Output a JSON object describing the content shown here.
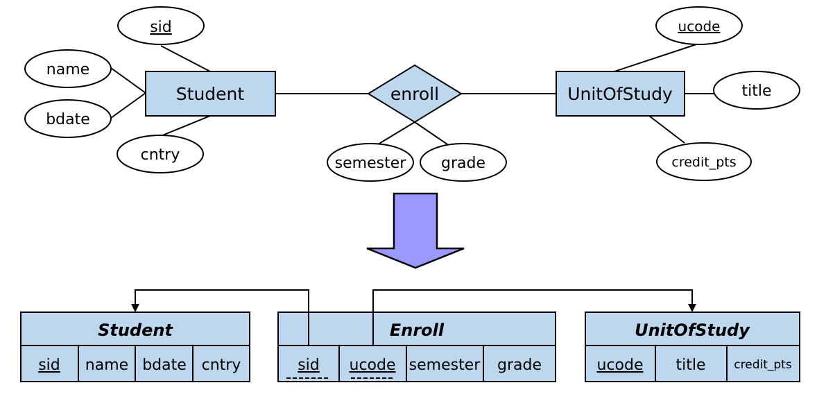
{
  "er": {
    "entities": {
      "student": "Student",
      "unit": "UnitOfStudy"
    },
    "relationship": "enroll",
    "attributes": {
      "sid": "sid",
      "name": "name",
      "bdate": "bdate",
      "cntry": "cntry",
      "semester": "semester",
      "grade": "grade",
      "ucode": "ucode",
      "title": "title",
      "credit_pts": "credit_pts"
    }
  },
  "arrow_color": "#9999ff",
  "entity_color": "#bdd7ee",
  "tables": {
    "student": {
      "title": "Student",
      "columns": [
        "sid",
        "name",
        "bdate",
        "cntry"
      ]
    },
    "enroll": {
      "title": "Enroll",
      "columns": [
        "sid",
        "ucode",
        "semester",
        "grade"
      ]
    },
    "unit": {
      "title": "UnitOfStudy",
      "columns": [
        "ucode",
        "title",
        "credit_pts"
      ]
    }
  }
}
